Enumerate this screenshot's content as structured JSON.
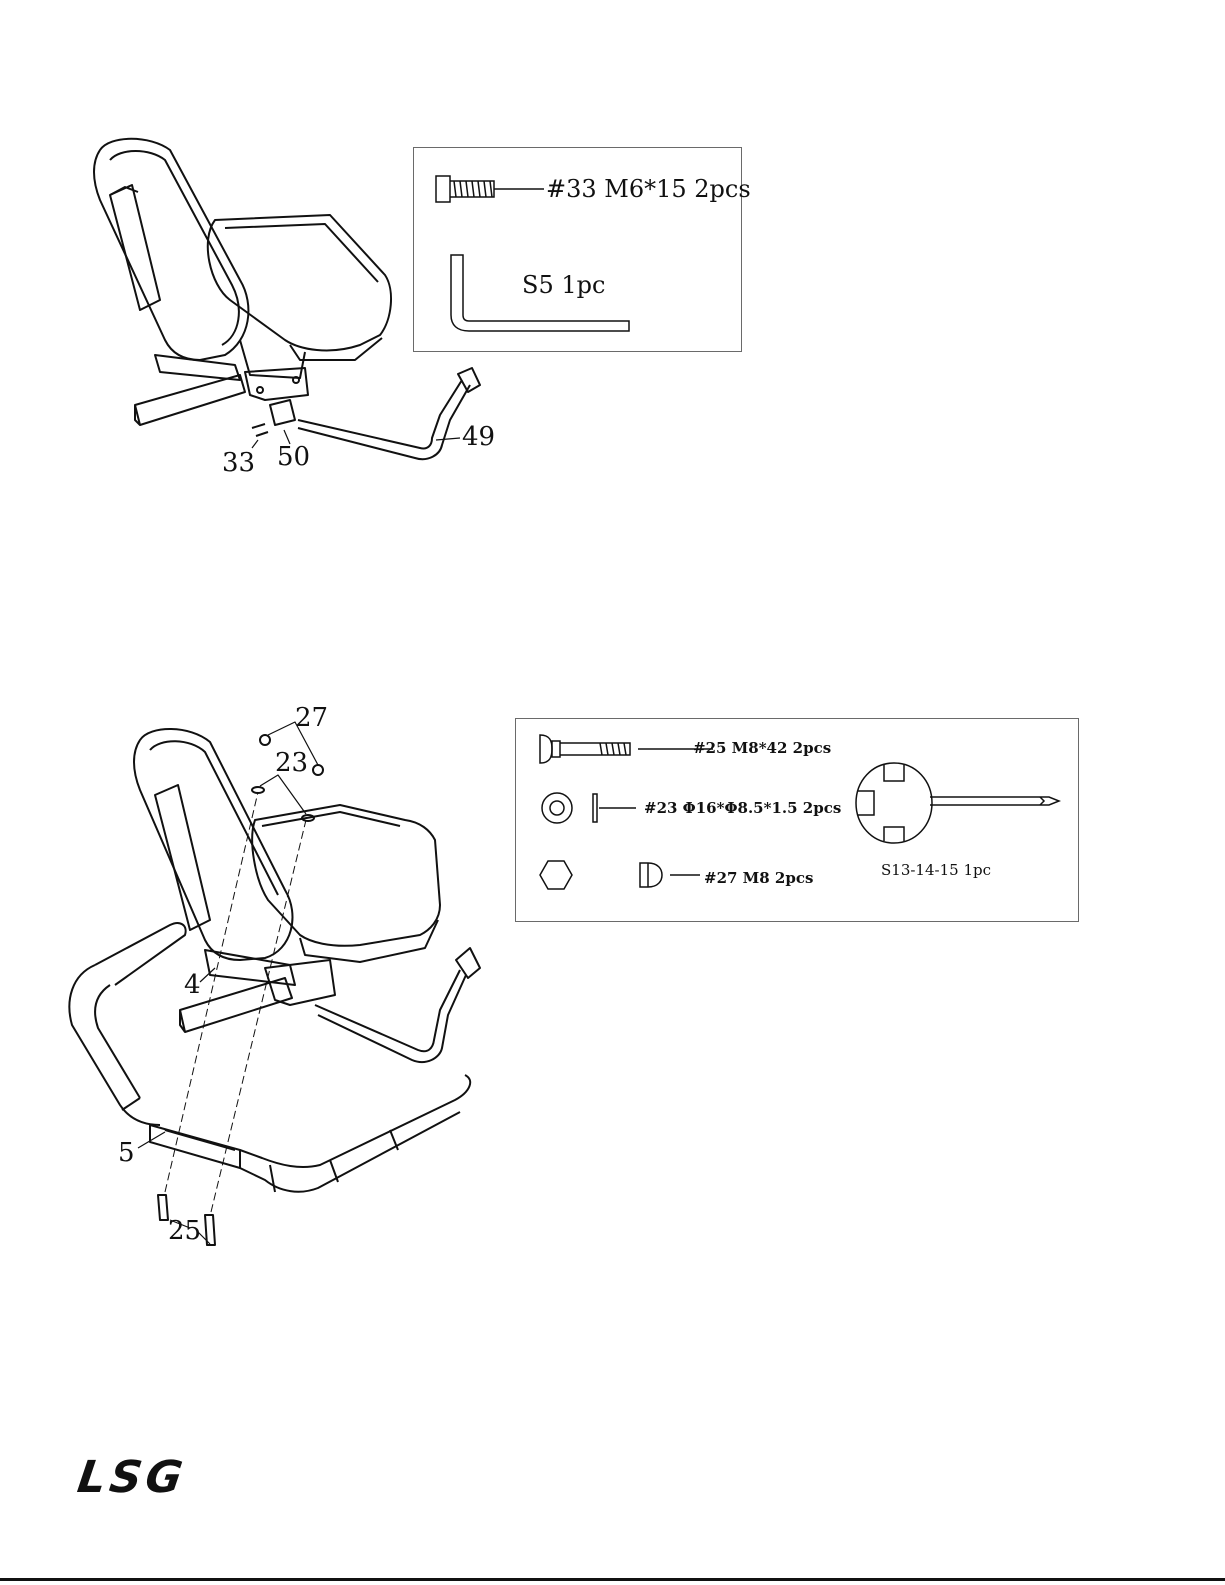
{
  "step_a": {
    "callouts": {
      "part_33": "33",
      "part_50": "50",
      "part_49": "49"
    },
    "hardware": {
      "bolt_label": "#33 M6*15 2pcs",
      "wrench_label": "S5 1pc",
      "bolt_icon": "hex-socket-bolt-icon",
      "wrench_icon": "allen-key-icon"
    }
  },
  "step_b": {
    "callouts": {
      "part_27": "27",
      "part_23": "23",
      "part_4": "4",
      "part_5": "5",
      "part_25": "25"
    },
    "hardware": {
      "bolt_label": "#25 M8*42 2pcs",
      "washer_label": "#23 Φ16*Φ8.5*1.5 2pcs",
      "nut_label": "#27 M8 2pcs",
      "wrench_label": "S13-14-15 1pc",
      "bolt_icon": "carriage-bolt-icon",
      "washer_icon": "washer-icon",
      "nut_icon": "cap-nut-icon",
      "wrench_icon": "multi-wrench-icon"
    }
  },
  "footer": {
    "logo_text": "LSG"
  }
}
